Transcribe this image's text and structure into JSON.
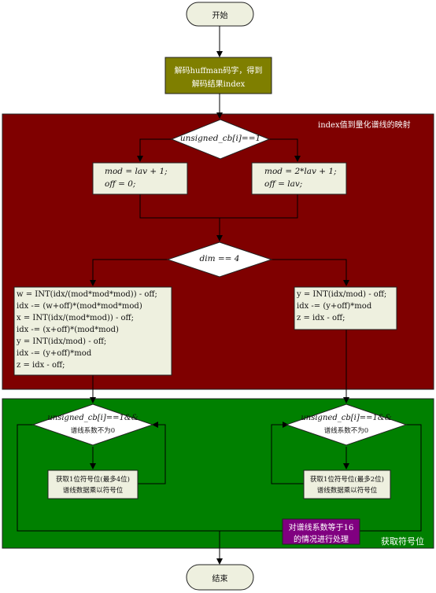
{
  "terminals": {
    "start": "开始",
    "end": "结束"
  },
  "decode_box": {
    "line1": "解码huffman码字，得到",
    "line2": "解码结果index"
  },
  "red_region": {
    "title": "index值到量化谱线的映射"
  },
  "green_region": {
    "title": "获取符号位"
  },
  "decisions": {
    "unsigned": "unsigned_cb[i]==1",
    "dim": "dim == 4",
    "left_sign_line1": "unsigned_cb[i]==1&&",
    "left_sign_line2": "谱线系数不为0",
    "right_sign_line1": "unsigned_cb[i]==1&&",
    "right_sign_line2": "谱线系数不为0"
  },
  "assign_boxes": {
    "left": [
      "mod = lav + 1;",
      "off = 0;"
    ],
    "right": [
      "mod = 2*lav + 1;",
      "off = lav;"
    ]
  },
  "code_boxes": {
    "dim4": [
      "w = INT(idx/(mod*mod*mod)) - off;",
      "idx -= (w+off)*(mod*mod*mod)",
      "x = INT(idx/(mod*mod)) - off;",
      "idx -= (x+off)*(mod*mod)",
      "y = INT(idx/mod) - off;",
      "idx -= (y+off)*mod",
      "z = idx - off;"
    ],
    "dim2": [
      "y  = INT(idx/mod) - off;",
      "idx -= (y+off)*mod",
      "z  = idx - off;"
    ]
  },
  "sign_boxes": {
    "left": [
      "获取1位符号位(最多4位)",
      "谱线数据乘以符号位"
    ],
    "right": [
      "获取1位符号位(最多2位)",
      "谱线数据乘以符号位"
    ]
  },
  "escape_box": {
    "line1": "对谱线系数等于16",
    "line2": "的情况进行处理"
  },
  "colors": {
    "red_region": "#7f0000",
    "green_region": "#008000",
    "decode_fill": "#7f7f00",
    "escape_fill": "#800080",
    "box_fill": "#eef0df",
    "terminal_fill": "#eef0df"
  }
}
